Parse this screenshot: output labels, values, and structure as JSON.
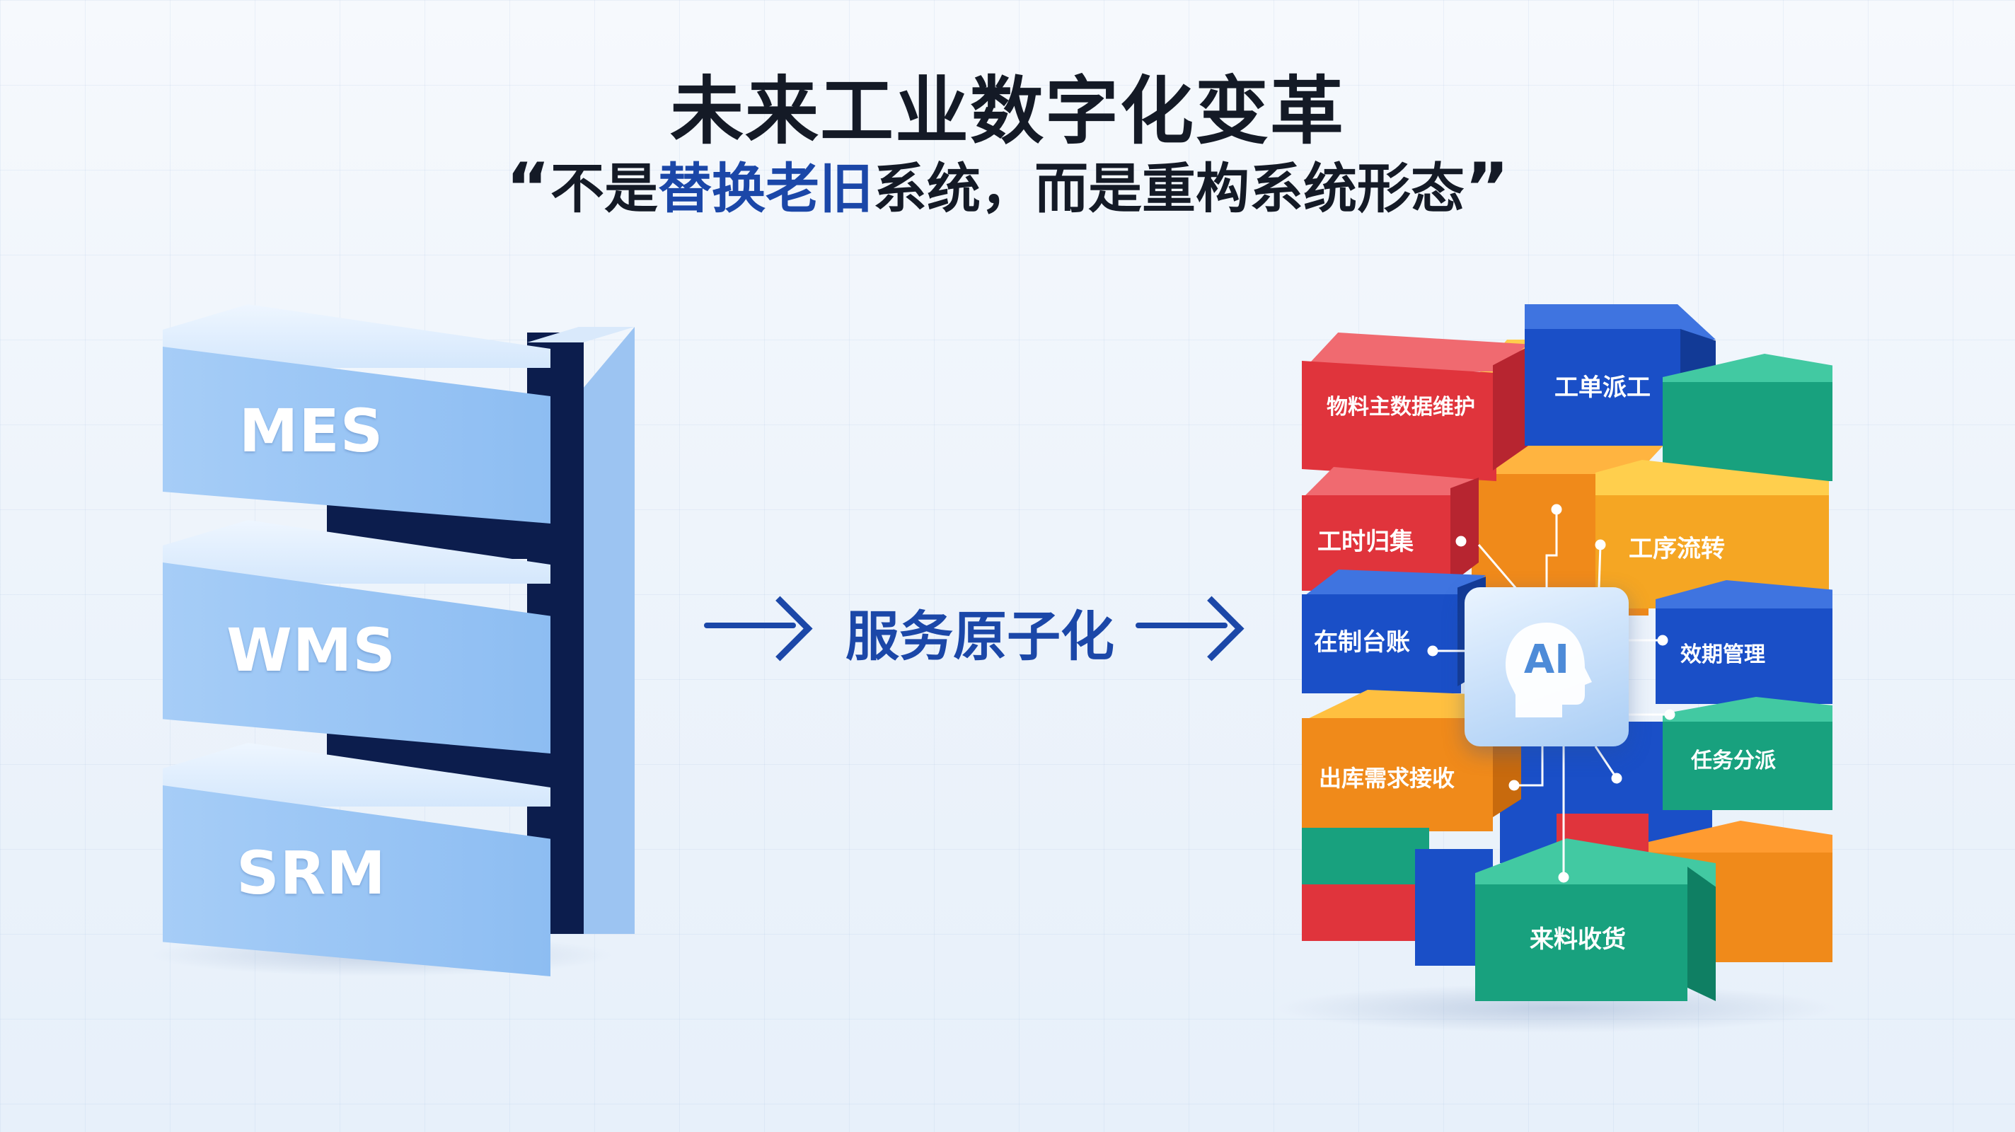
{
  "header": {
    "title": "未来工业数字化变革",
    "subtitle_open_quote": "“",
    "subtitle_part1": "不是",
    "subtitle_highlight": "替换老旧",
    "subtitle_part2": "系统，而是重构系统形态",
    "subtitle_close_quote": "”"
  },
  "legacy_systems": [
    "MES",
    "WMS",
    "SRM"
  ],
  "transition_label": "服务原子化",
  "ai_badge": "AI",
  "services": {
    "s1": "物料主数据维护",
    "s2": "工单派工",
    "s3": "工时归集",
    "s4": "工序流转",
    "s5": "在制台账",
    "s6": "效期管理",
    "s7": "出库需求接收",
    "s8": "任务分派",
    "s9": "来料收货"
  },
  "colors": {
    "accent": "#1b47a8",
    "dark_navy": "#0c1d4d",
    "legacy_block": "#a6cdf7",
    "red": "#e0343c",
    "blue": "#1a4fc7",
    "green": "#18a17e",
    "orange": "#f08a1a",
    "yellow": "#f5a623"
  }
}
